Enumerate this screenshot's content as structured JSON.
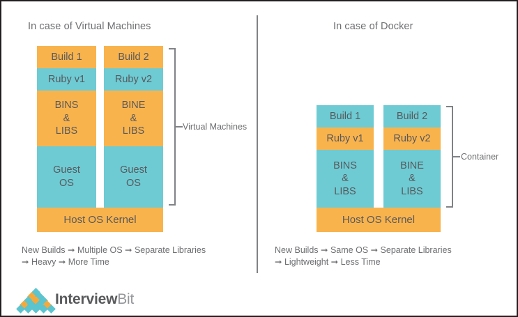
{
  "panels": {
    "vm": {
      "title": "In case of Virtual Machines",
      "bracket_label": "Virtual Machines",
      "kernel": "Host OS Kernel",
      "columns": [
        {
          "name": "column-1",
          "blocks": [
            {
              "label": "Build 1",
              "color": "orange"
            },
            {
              "label": "Ruby v1",
              "color": "teal"
            },
            {
              "label": "BINS\n&\nLIBS",
              "color": "orange"
            },
            {
              "label": "Guest\nOS",
              "color": "teal"
            }
          ]
        },
        {
          "name": "column-2",
          "blocks": [
            {
              "label": "Build 2",
              "color": "orange"
            },
            {
              "label": "Ruby v2",
              "color": "teal"
            },
            {
              "label": "BINE\n&\nLIBS",
              "color": "orange"
            },
            {
              "label": "Guest\nOS",
              "color": "teal"
            }
          ]
        }
      ],
      "footnote_line_1": "New Builds ➞ Multiple OS ➞ Separate Libraries",
      "footnote_line_2": "➞ Heavy ➞ More Time"
    },
    "docker": {
      "title": "In case of Docker",
      "bracket_label": "Container",
      "kernel": "Host OS Kernel",
      "columns": [
        {
          "name": "column-1",
          "blocks": [
            {
              "label": "Build 1",
              "color": "teal"
            },
            {
              "label": "Ruby v1",
              "color": "orange"
            },
            {
              "label": "BINS\n&\nLIBS",
              "color": "teal"
            }
          ]
        },
        {
          "name": "column-2",
          "blocks": [
            {
              "label": "Build 2",
              "color": "teal"
            },
            {
              "label": "Ruby v2",
              "color": "orange"
            },
            {
              "label": "BINE\n&\nLIBS",
              "color": "teal"
            }
          ]
        }
      ],
      "footnote_line_1": "New Builds ➞ Same OS ➞ Separate Libraries",
      "footnote_line_2": "➞ Lightweight ➞ Less Time"
    }
  },
  "logo": {
    "text_bold": "Interview",
    "text_light": "Bit"
  },
  "colors": {
    "orange": "#f9b34d",
    "teal": "#6ecbd4",
    "text_gray": "#58595b",
    "line_gray": "#808285",
    "border": "#231f20"
  }
}
